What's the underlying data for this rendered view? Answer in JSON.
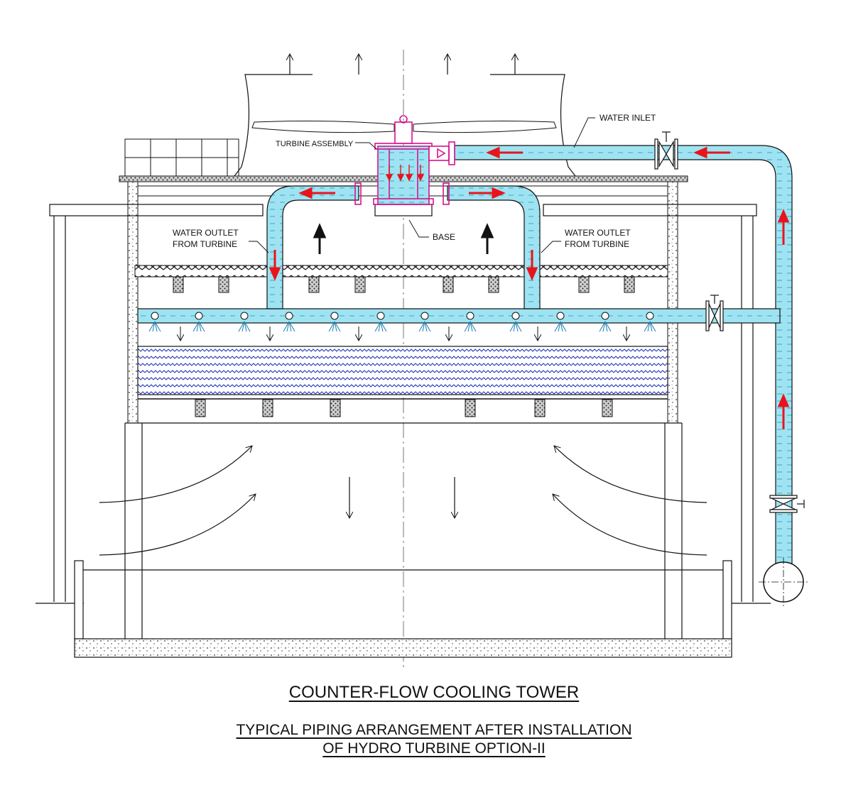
{
  "labels": {
    "water_inlet": "WATER INLET",
    "turbine_assembly": "TURBINE ASSEMBLY",
    "base": "BASE",
    "outlet_left_1": "WATER OUTLET",
    "outlet_left_2": "FROM TURBINE",
    "outlet_right_1": "WATER OUTLET",
    "outlet_right_2": "FROM TURBINE"
  },
  "title": "COUNTER-FLOW COOLING TOWER",
  "subtitle_line1": "TYPICAL PIPING ARRANGEMENT AFTER INSTALLATION",
  "subtitle_line2": "OF HYDRO TURBINE OPTION-II",
  "colors": {
    "water": "#9fe3f2",
    "pipe_outline": "#222222",
    "flow_arrow": "#e8141b",
    "turbine": "#d4148c",
    "fill_wave": "#1a2fb8",
    "line": "#111111"
  }
}
